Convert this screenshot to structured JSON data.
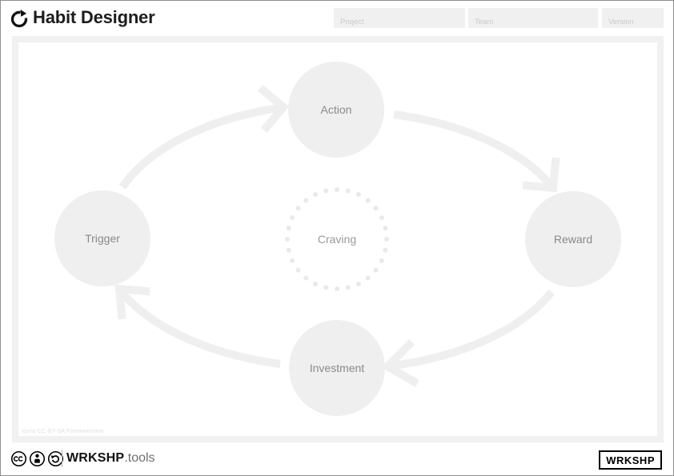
{
  "app": {
    "title": "Habit Designer",
    "logo_icon": "redo-icon"
  },
  "header_fields": [
    {
      "name": "project",
      "placeholder": "Project"
    },
    {
      "name": "team",
      "placeholder": "Team"
    },
    {
      "name": "version",
      "placeholder": "Version"
    }
  ],
  "diagram": {
    "type": "cycle",
    "nodes": [
      {
        "id": "action",
        "label": "Action",
        "position": "top"
      },
      {
        "id": "reward",
        "label": "Reward",
        "position": "right"
      },
      {
        "id": "investment",
        "label": "Investment",
        "position": "bottom"
      },
      {
        "id": "trigger",
        "label": "Trigger",
        "position": "left"
      }
    ],
    "flow": [
      "Trigger",
      "Action",
      "Reward",
      "Investment",
      "Trigger"
    ],
    "center_node": {
      "id": "craving",
      "label": "Craving",
      "style": "dotted-circle"
    },
    "credit": "Icons CC-BY-SA FontAwesome"
  },
  "footer": {
    "license_icons": [
      "cc-icon",
      "attribution-icon",
      "share-alike-icon"
    ],
    "brand_bold": "WRKSHP",
    "brand_suffix": ".tools",
    "badge_label": "WRKSHP"
  },
  "colors": {
    "shape_gray": "#efefef",
    "dot_gray": "#e9e9e9",
    "node_text": "#8a8a8a",
    "center_text": "#999999",
    "field_bg": "#f0f0f0",
    "placeholder_text": "#c9c9c9",
    "canvas_border": "#f1f1f1",
    "title_text": "#1d1d1d",
    "credit_text": "#dedede",
    "brand_suffix_text": "#6f6f6f"
  }
}
